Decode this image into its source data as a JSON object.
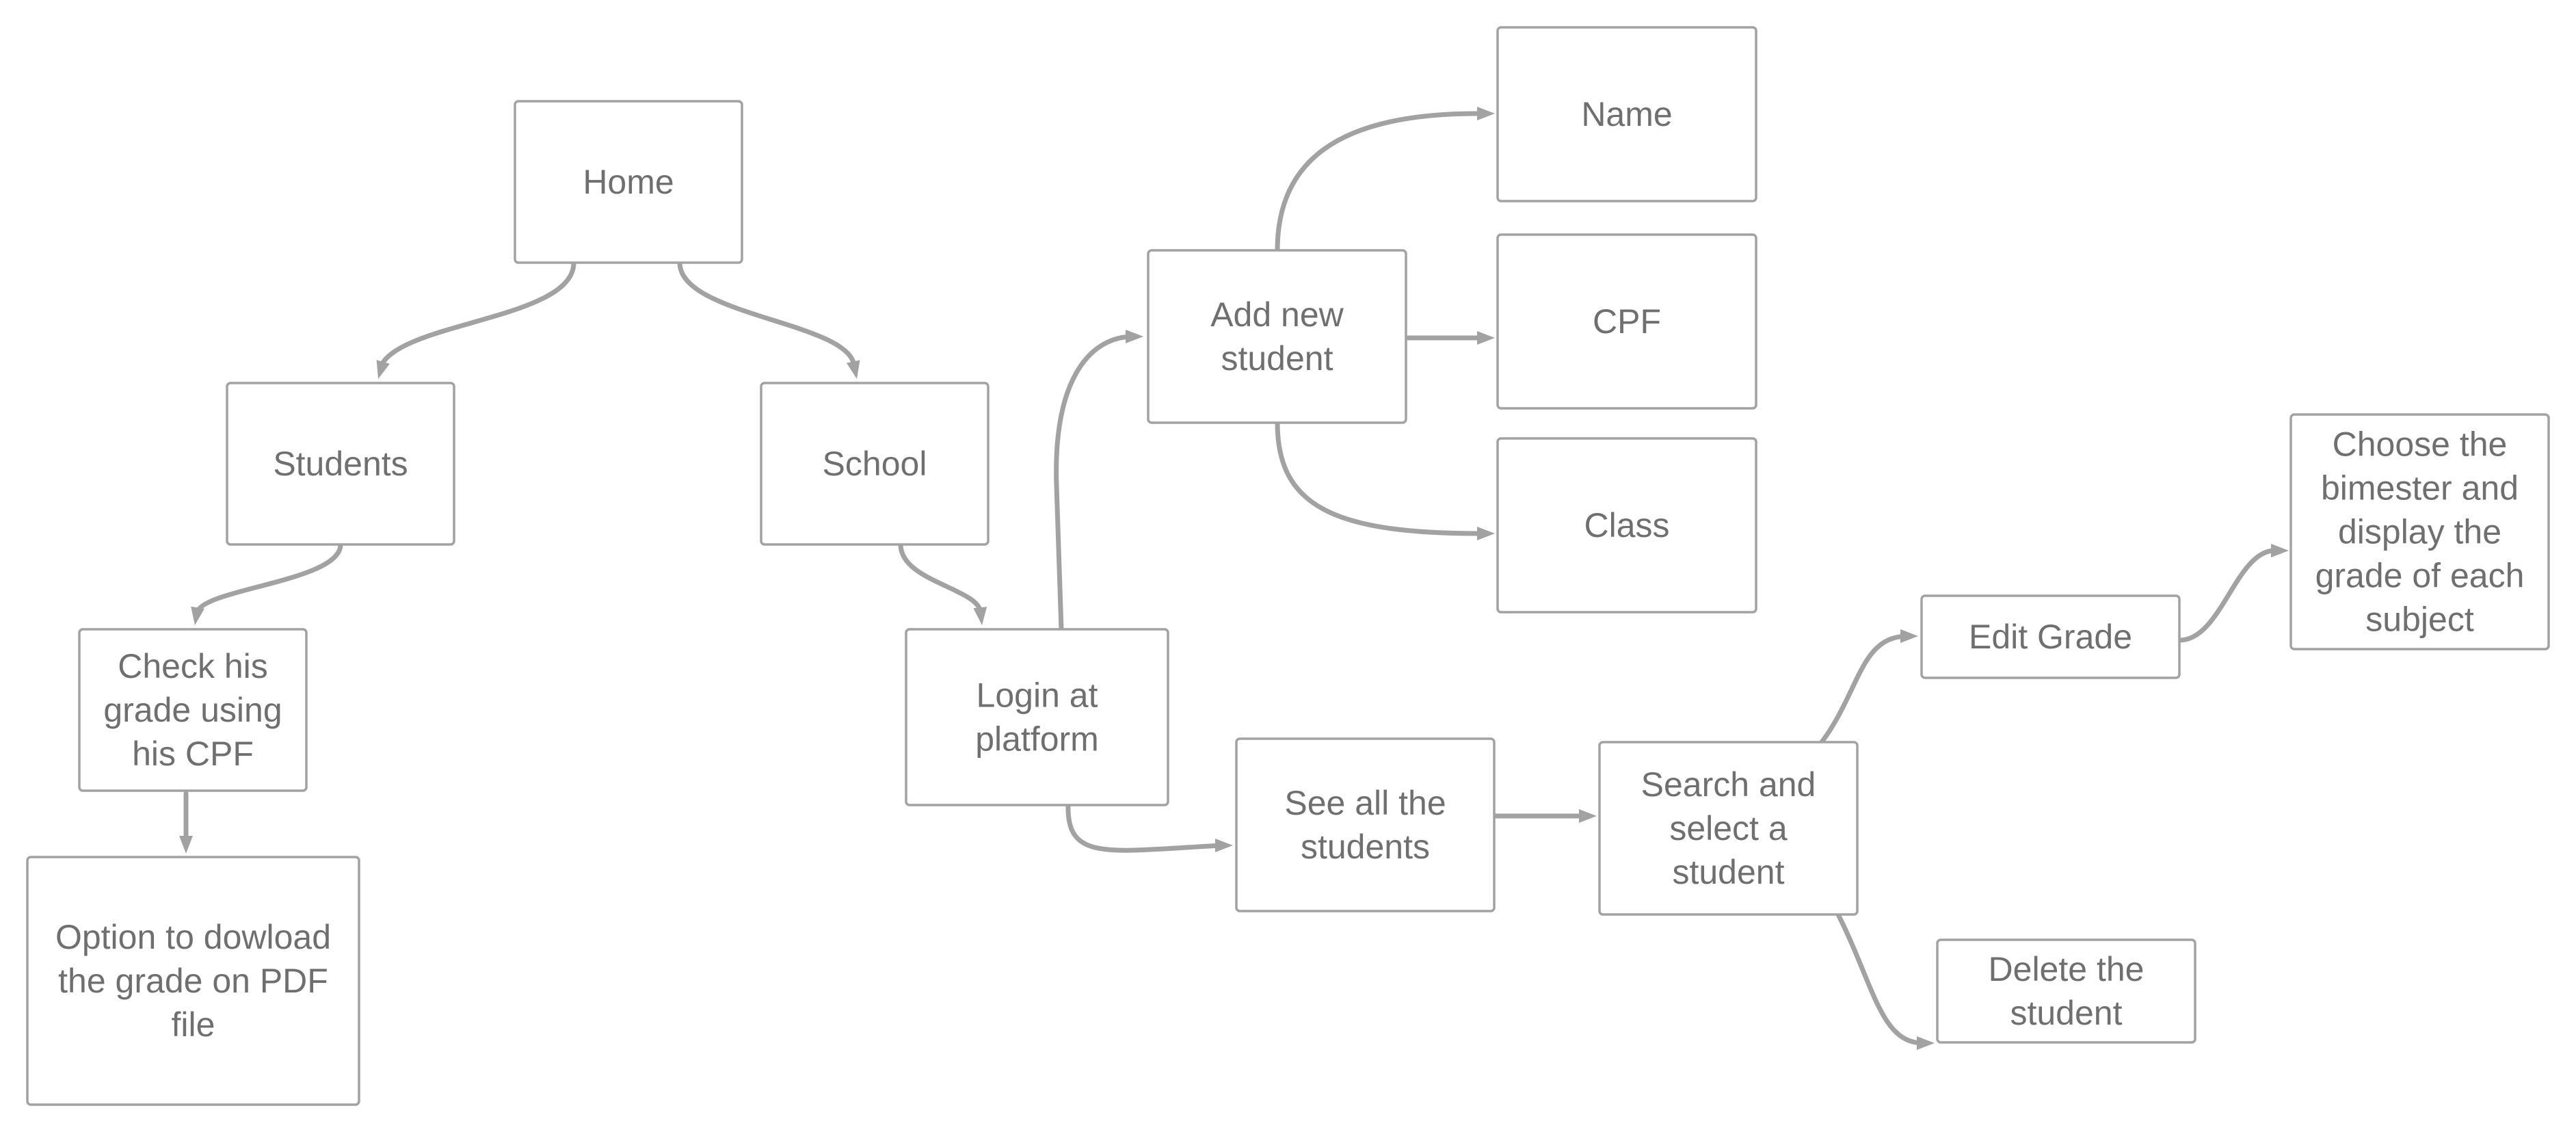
{
  "colors": {
    "node_border": "#a2a2a2",
    "node_text": "#6f6f6f",
    "connector": "#a2a2a2",
    "background": "#ffffff"
  },
  "nodes": {
    "home": {
      "lines": [
        "Home"
      ]
    },
    "students": {
      "lines": [
        "Students"
      ]
    },
    "school": {
      "lines": [
        "School"
      ]
    },
    "check_grade": {
      "lines": [
        "Check his",
        "grade using",
        "his CPF"
      ]
    },
    "download_pdf": {
      "lines": [
        "Option to dowload",
        "the grade on PDF",
        "file"
      ]
    },
    "login": {
      "lines": [
        "Login at",
        "platform"
      ]
    },
    "add_student": {
      "lines": [
        "Add new",
        "student"
      ]
    },
    "name": {
      "lines": [
        "Name"
      ]
    },
    "cpf": {
      "lines": [
        "CPF"
      ]
    },
    "class": {
      "lines": [
        "Class"
      ]
    },
    "see_students": {
      "lines": [
        "See all the",
        "students"
      ]
    },
    "search_student": {
      "lines": [
        "Search and",
        "select a",
        "student"
      ]
    },
    "edit_grade": {
      "lines": [
        "Edit Grade"
      ]
    },
    "choose_bimester": {
      "lines": [
        "Choose the",
        "bimester and",
        "display the",
        "grade of each",
        "subject"
      ]
    },
    "delete_student": {
      "lines": [
        "Delete the",
        "student"
      ]
    }
  },
  "edges": [
    {
      "from": "home",
      "to": "students"
    },
    {
      "from": "home",
      "to": "school"
    },
    {
      "from": "students",
      "to": "check_grade"
    },
    {
      "from": "check_grade",
      "to": "download_pdf"
    },
    {
      "from": "school",
      "to": "login"
    },
    {
      "from": "login",
      "to": "add_student"
    },
    {
      "from": "add_student",
      "to": "name"
    },
    {
      "from": "add_student",
      "to": "cpf"
    },
    {
      "from": "add_student",
      "to": "class"
    },
    {
      "from": "login",
      "to": "see_students"
    },
    {
      "from": "see_students",
      "to": "search_student"
    },
    {
      "from": "search_student",
      "to": "edit_grade"
    },
    {
      "from": "edit_grade",
      "to": "choose_bimester"
    },
    {
      "from": "search_student",
      "to": "delete_student"
    }
  ]
}
